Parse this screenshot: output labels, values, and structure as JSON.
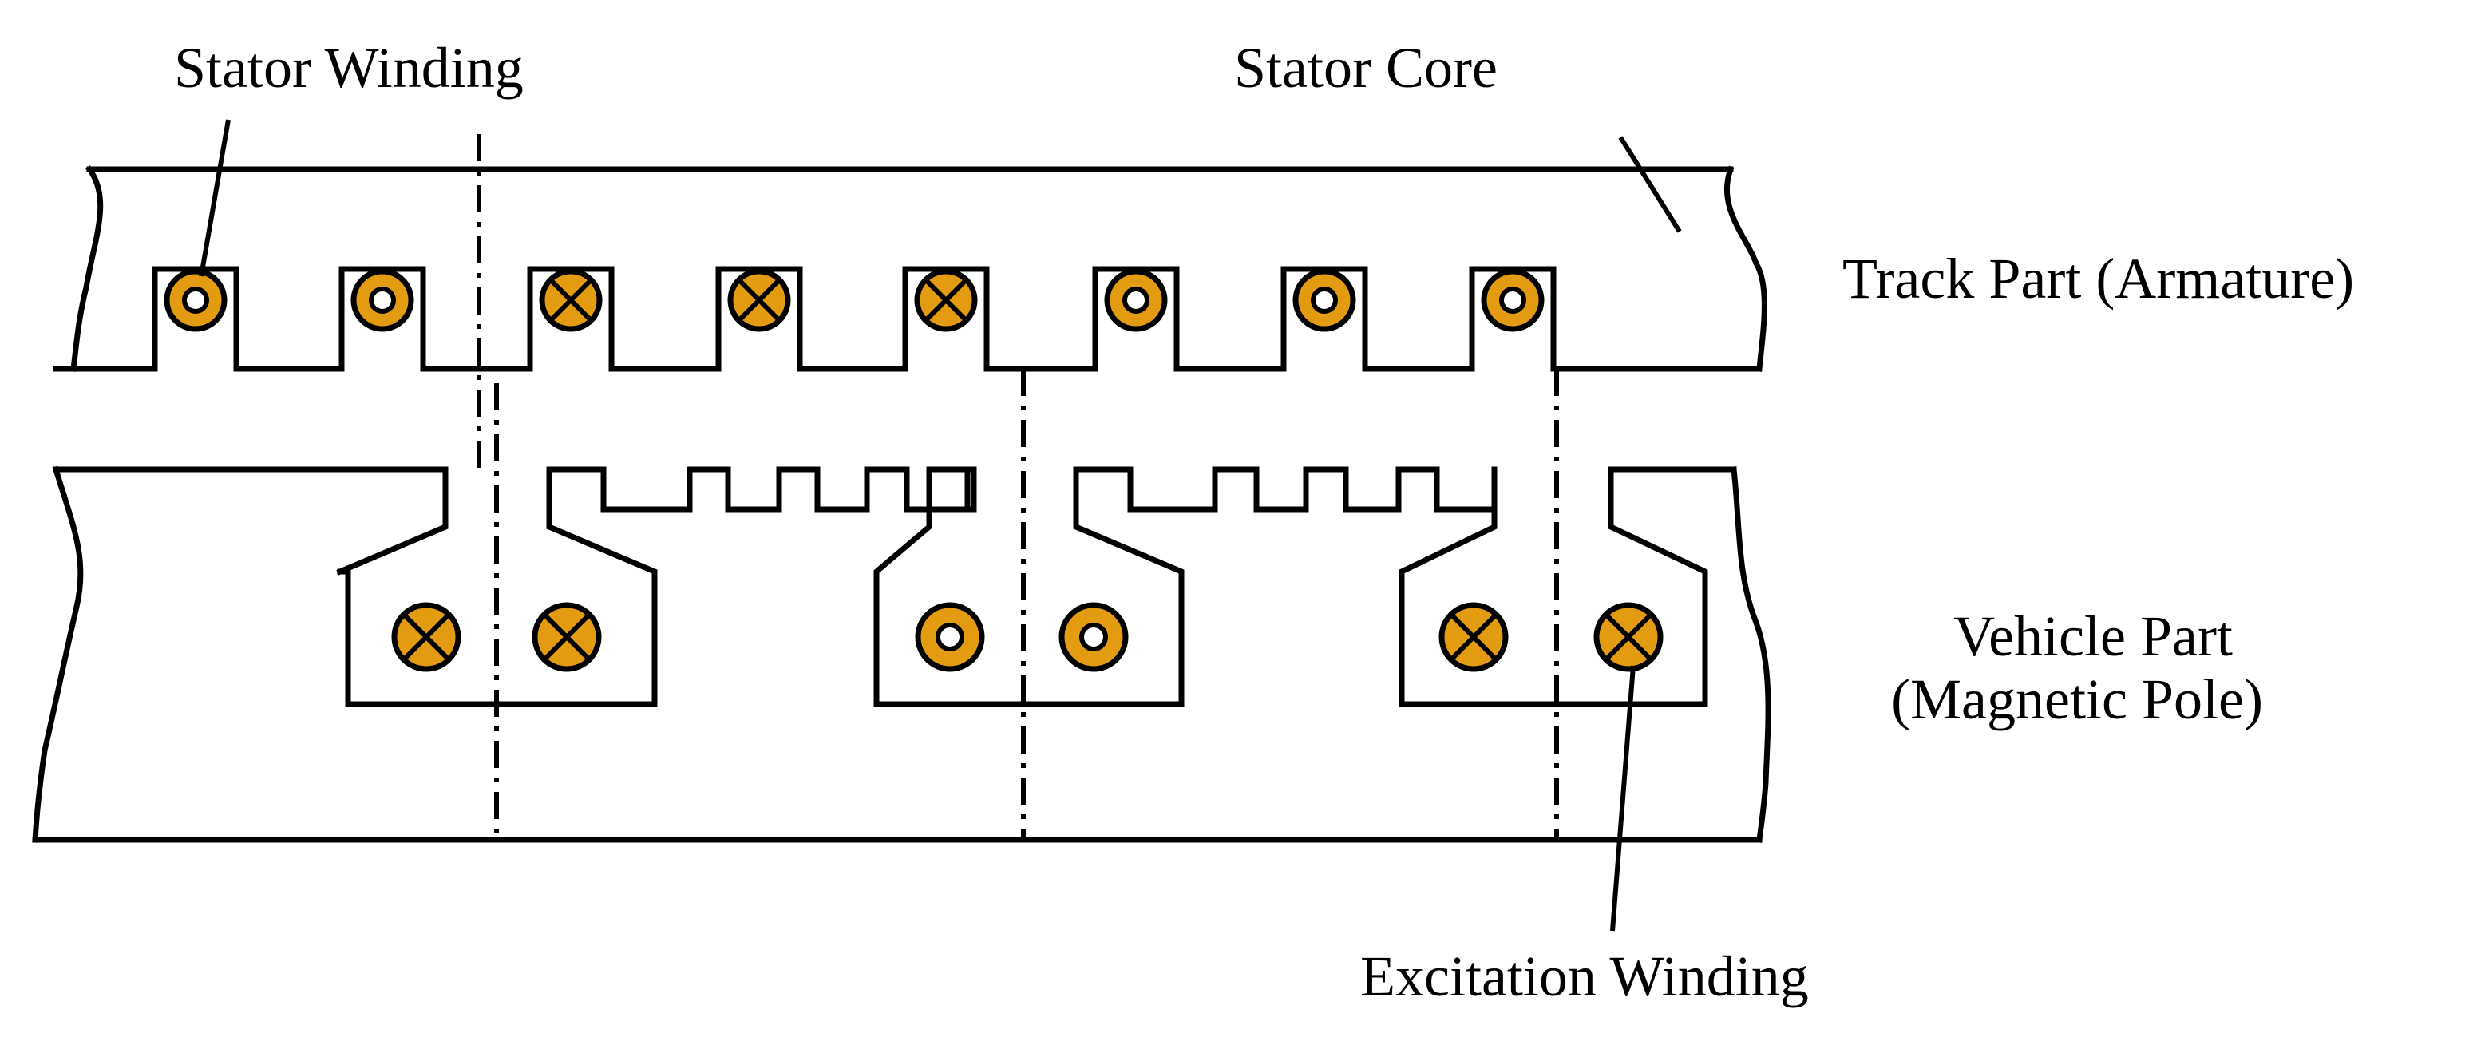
{
  "labels": {
    "stator_winding": "Stator Winding",
    "stator_core": "Stator Core",
    "track_part": "Track Part (Armature)",
    "vehicle_part_line1": "Vehicle Part",
    "vehicle_part_line2": "(Magnetic Pole)",
    "excitation_winding": "Excitation Winding"
  },
  "colors": {
    "coil_fill": "#E39B11",
    "line": "#000000",
    "background": "#FFFFFF"
  },
  "stator_coils": [
    "dot",
    "dot",
    "cross",
    "cross",
    "cross",
    "dot",
    "dot",
    "dot"
  ],
  "excitation_coils": [
    "cross",
    "cross",
    "dot",
    "dot",
    "cross",
    "cross"
  ]
}
